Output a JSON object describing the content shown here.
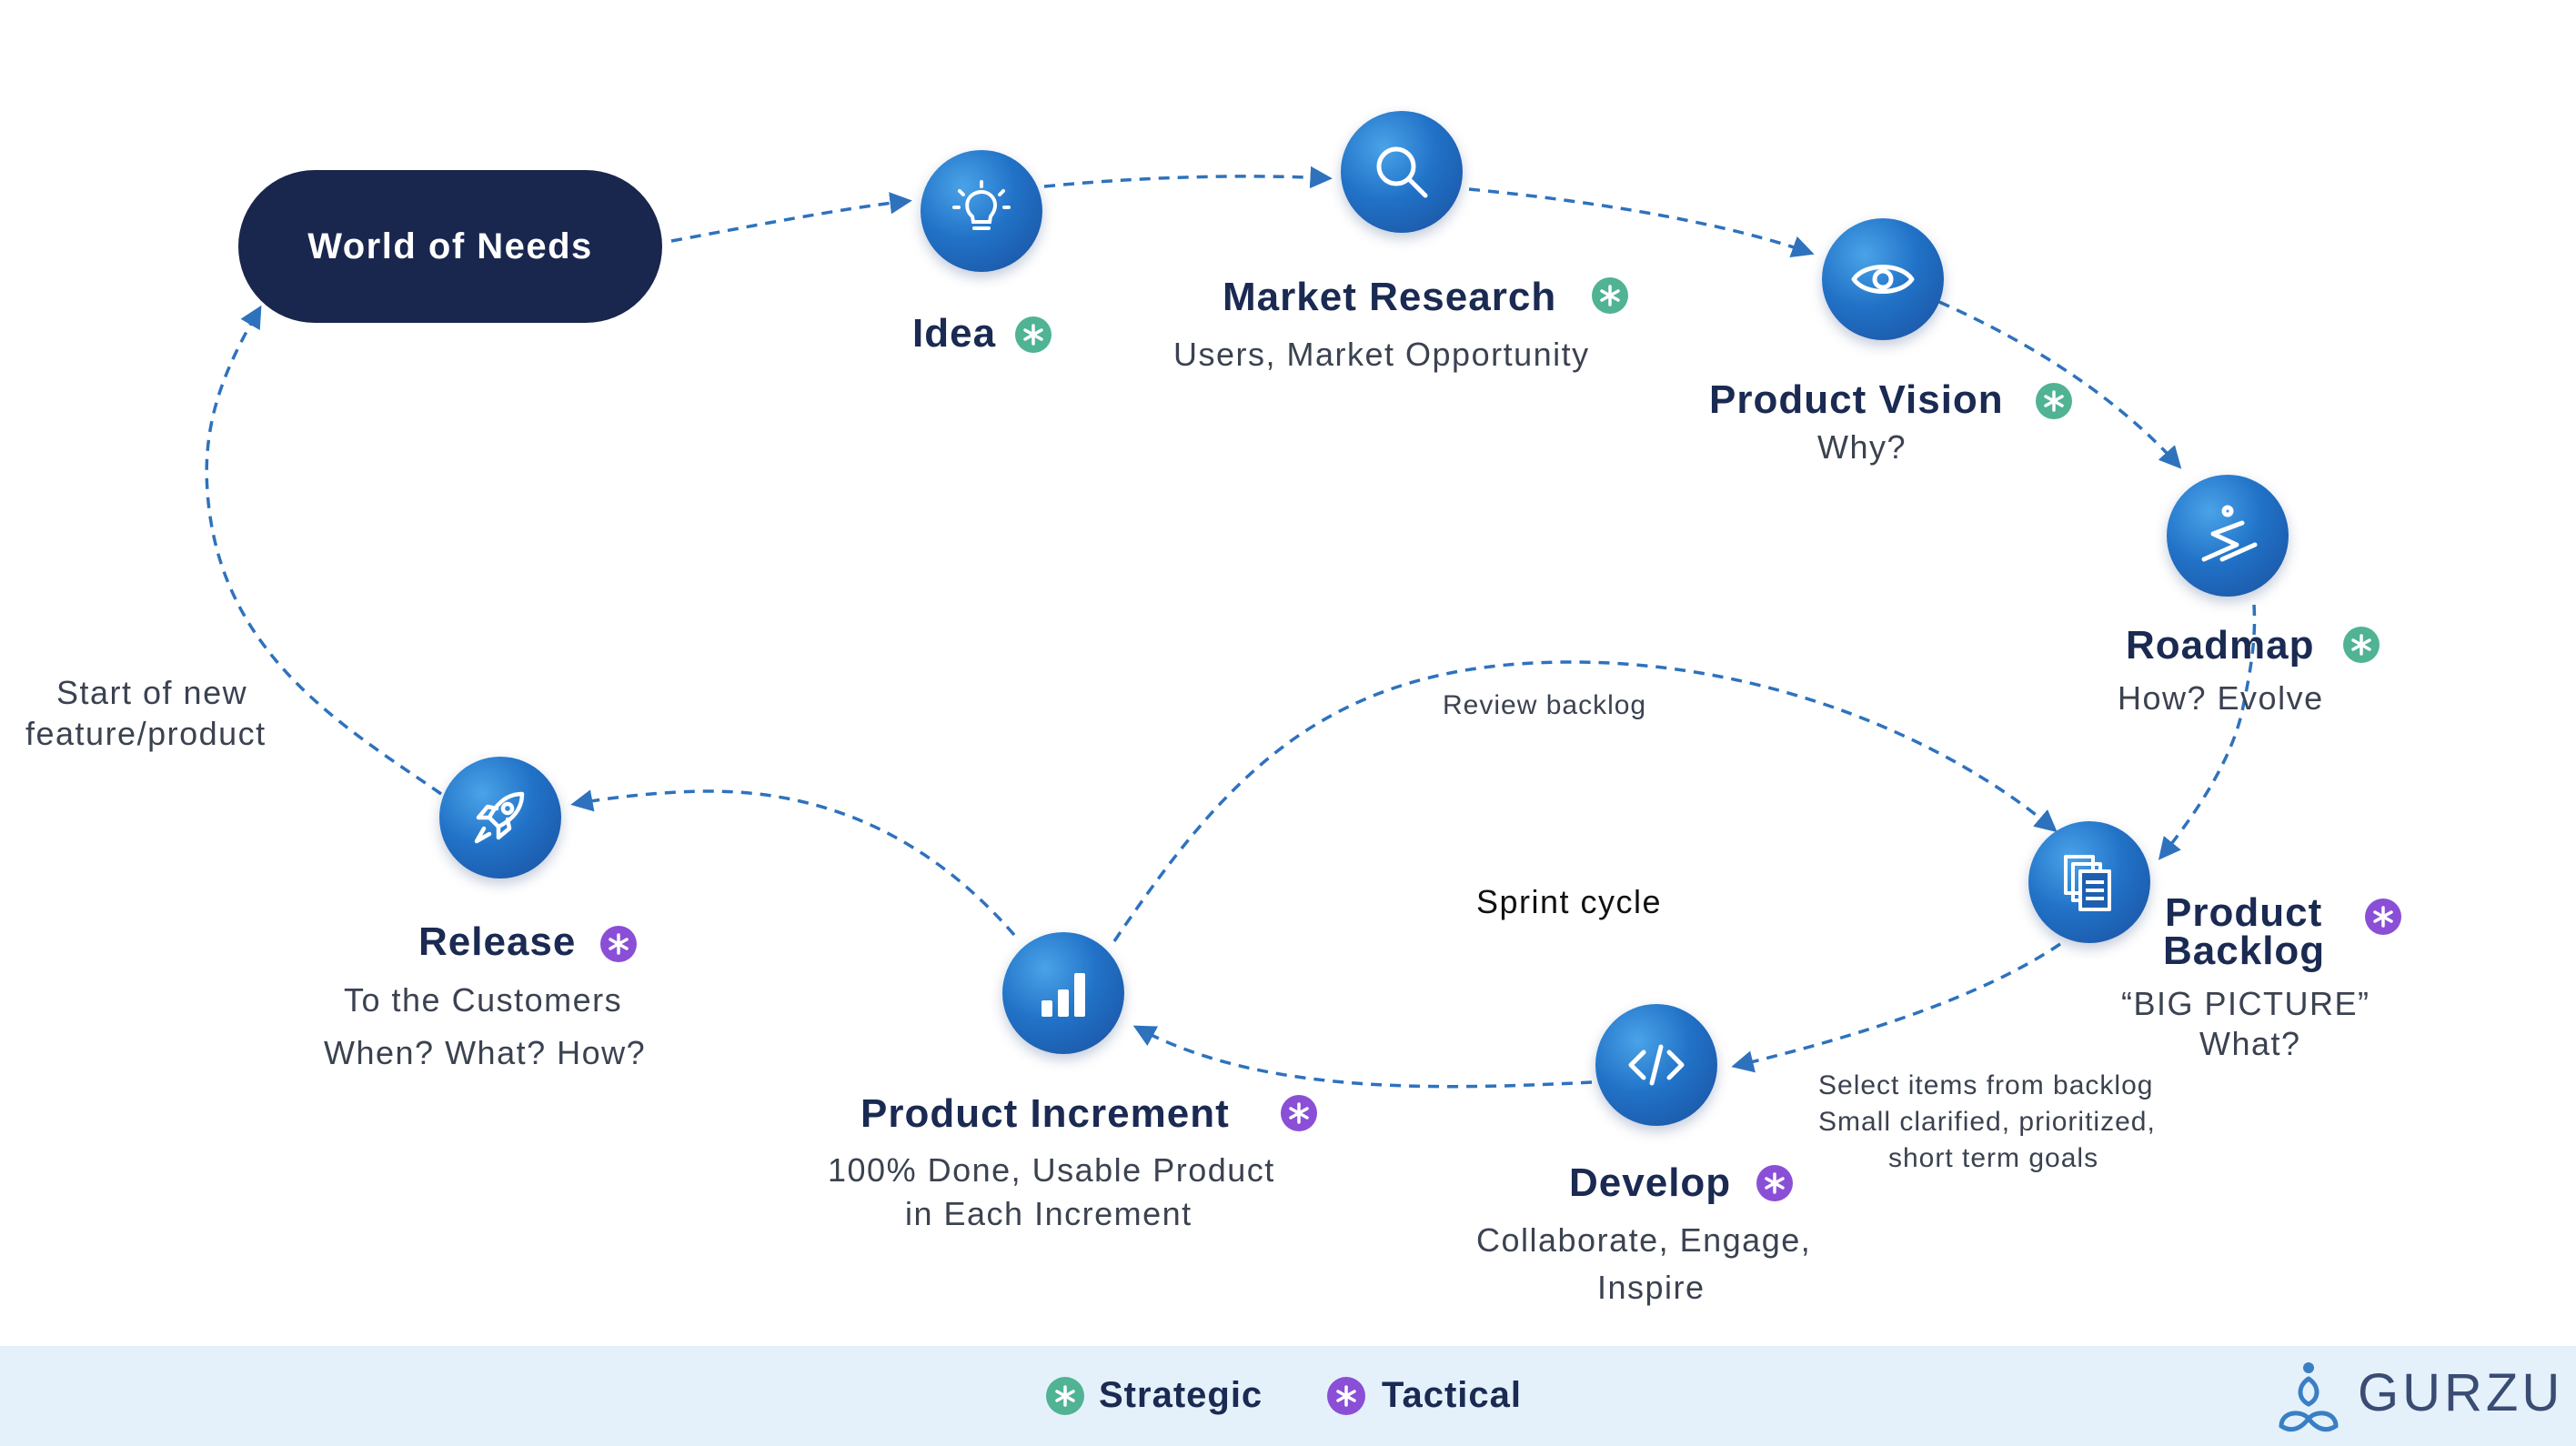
{
  "colors": {
    "navy": "#19264d",
    "circle_blue": "#2172c7",
    "arrow_blue": "#2e72bd",
    "strategic_green": "#4fb394",
    "tactical_purple": "#8a4fd6",
    "footer_bg": "#e4f1fb"
  },
  "start": {
    "label": "World of Needs"
  },
  "nodes": {
    "idea": {
      "title": "Idea",
      "icon": "lightbulb-icon",
      "type": "strategic"
    },
    "market_research": {
      "title": "Market Research",
      "subtitle": "Users, Market Opportunity",
      "icon": "magnifier-icon",
      "type": "strategic"
    },
    "product_vision": {
      "title": "Product Vision",
      "subtitle": "Why?",
      "icon": "eye-icon",
      "type": "strategic"
    },
    "roadmap": {
      "title": "Roadmap",
      "subtitle": "How? Evolve",
      "icon": "roadmap-icon",
      "type": "strategic"
    },
    "product_backlog": {
      "title_line1": "Product",
      "title_line2": "Backlog",
      "subtitle_line1": "“BIG PICTURE”",
      "subtitle_line2": "What?",
      "icon": "documents-icon",
      "type": "tactical"
    },
    "develop": {
      "title": "Develop",
      "subtitle_line1": "Collaborate, Engage,",
      "subtitle_line2": "Inspire",
      "icon": "code-icon",
      "type": "tactical"
    },
    "product_increment": {
      "title": "Product Increment",
      "subtitle_line1": "100% Done, Usable Product",
      "subtitle_line2": "in Each Increment",
      "icon": "bar-chart-icon",
      "type": "tactical"
    },
    "release": {
      "title": "Release",
      "subtitle_line1": "To the Customers",
      "subtitle_line2": "When? What? How?",
      "icon": "rocket-icon",
      "type": "tactical"
    }
  },
  "annotations": {
    "start_new_line1": "Start of new",
    "start_new_line2": "feature/product",
    "review_backlog": "Review backlog",
    "sprint_cycle": "Sprint cycle",
    "select_items_line1": "Select items from backlog",
    "select_items_line2": "Small clarified, prioritized,",
    "select_items_line3": "short term goals"
  },
  "legend": {
    "strategic": "Strategic",
    "tactical": "Tactical"
  },
  "brand": {
    "name": "GURZU"
  }
}
